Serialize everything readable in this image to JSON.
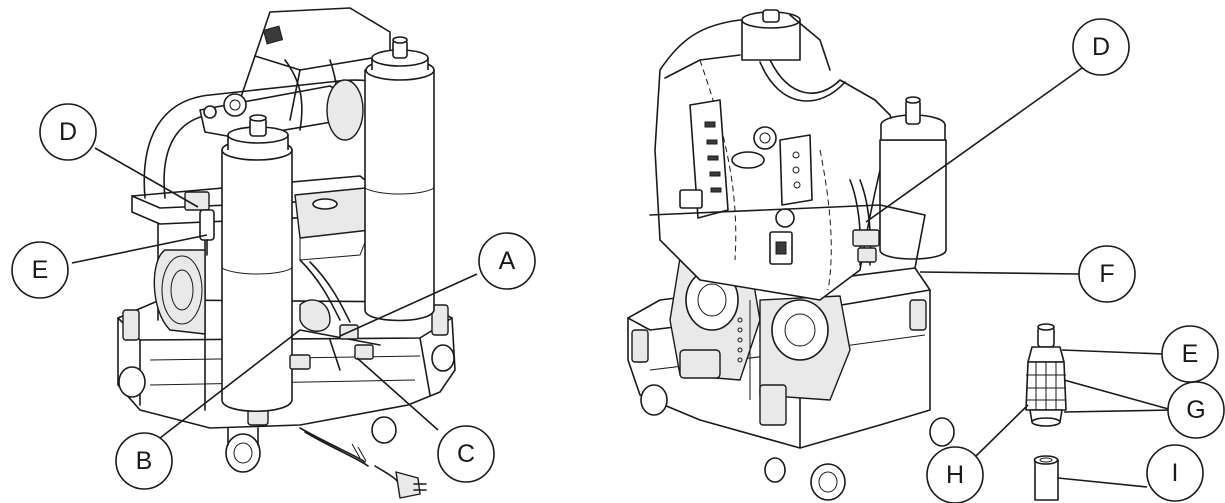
{
  "callouts": {
    "left": {
      "D": "D",
      "E": "E",
      "A": "A",
      "B": "B",
      "C": "C"
    },
    "right": {
      "D": "D",
      "F": "F",
      "E": "E",
      "G": "G",
      "H": "H",
      "I": "I"
    }
  }
}
